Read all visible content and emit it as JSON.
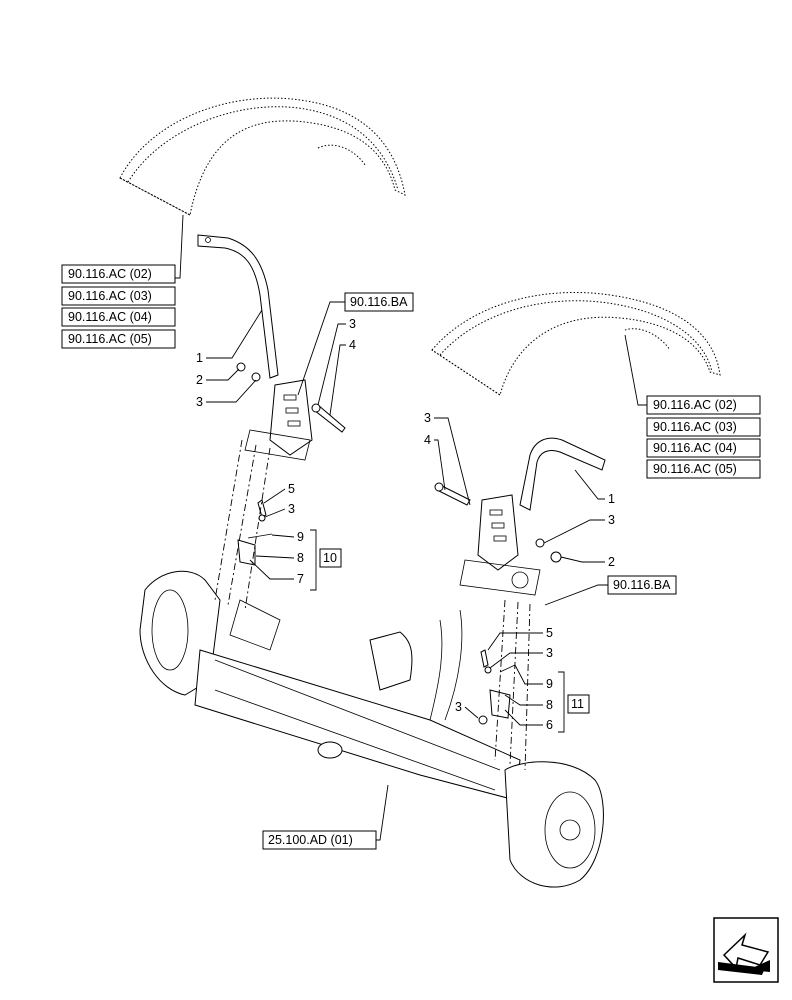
{
  "left_assembly": {
    "fender_refs": [
      "90.116.AC (02)",
      "90.116.AC (03)",
      "90.116.AC (04)",
      "90.116.AC (05)"
    ],
    "bracket_ref": "90.116.BA",
    "callouts": {
      "c1": "1",
      "c2": "2",
      "c3a": "3",
      "c3b": "3",
      "c4": "4",
      "c5": "5",
      "c3c": "3",
      "c9": "9",
      "c8": "8",
      "c7": "7"
    },
    "group_ref": "10"
  },
  "right_assembly": {
    "fender_refs": [
      "90.116.AC (02)",
      "90.116.AC (03)",
      "90.116.AC (04)",
      "90.116.AC (05)"
    ],
    "bracket_ref": "90.116.BA",
    "callouts": {
      "c3a": "3",
      "c4": "4",
      "c1": "1",
      "c3b": "3",
      "c2": "2",
      "c5": "5",
      "c3c": "3",
      "c9": "9",
      "c8": "8",
      "c3d": "3",
      "c6": "6"
    },
    "group_ref": "11"
  },
  "axle_ref": "25.100.AD (01)",
  "nav_icon": "arrow-icon"
}
